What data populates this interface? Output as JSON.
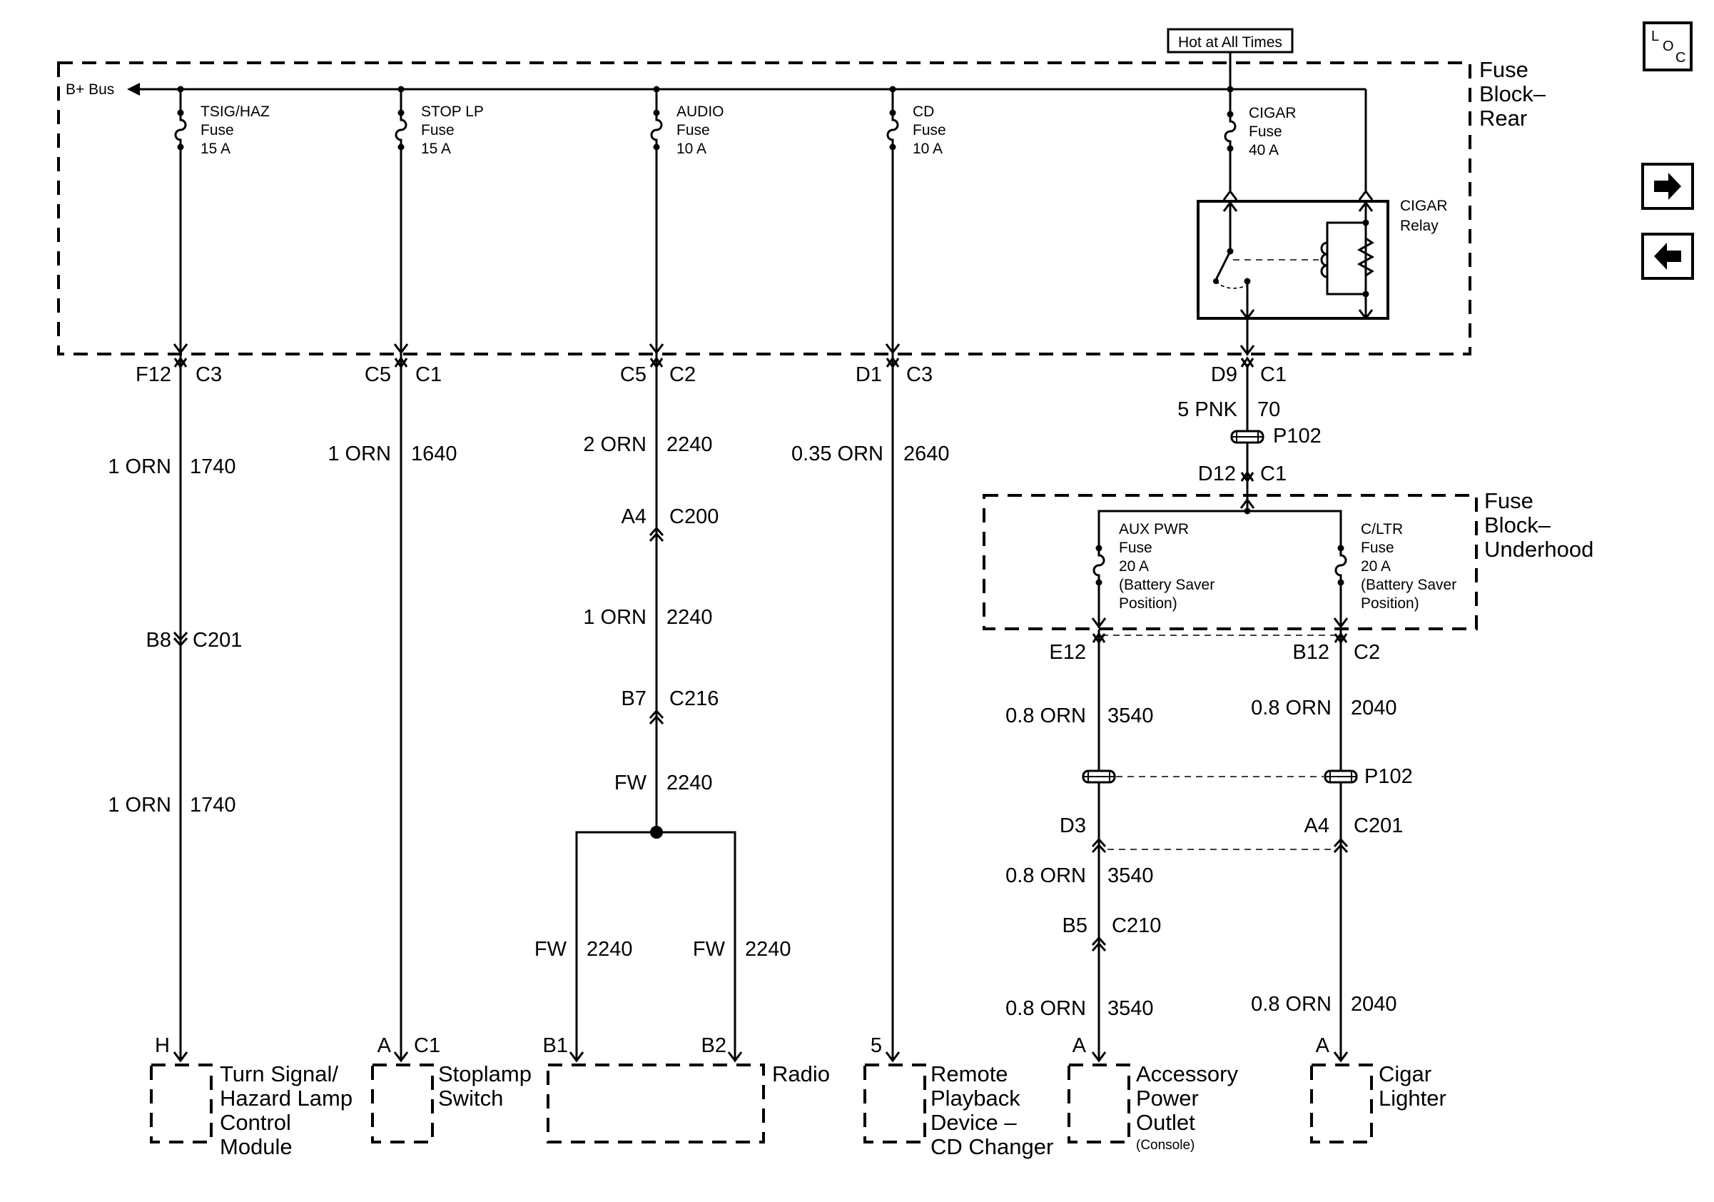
{
  "hot_label": "Hot at All Times",
  "bus_label": "B+ Bus",
  "nav": {
    "loc_l": "L",
    "loc_o": "O",
    "loc_c": "C",
    "next_icon": "arrow-right-icon",
    "prev_icon": "arrow-left-icon"
  },
  "fuse_block_rear": [
    "Fuse",
    "Block–",
    "Rear"
  ],
  "fuse_block_underhood": [
    "Fuse",
    "Block–",
    "Underhood"
  ],
  "fuses": {
    "tsig": [
      "TSIG/HAZ",
      "Fuse",
      "15 A"
    ],
    "stop": [
      "STOP LP",
      "Fuse",
      "15 A"
    ],
    "audio": [
      "AUDIO",
      "Fuse",
      "10 A"
    ],
    "cd": [
      "CD",
      "Fuse",
      "10 A"
    ],
    "cigar": [
      "CIGAR",
      "Fuse",
      "40 A"
    ],
    "aux": [
      "AUX PWR",
      "Fuse",
      "20 A",
      "(Battery Saver",
      "Position)"
    ],
    "cltr": [
      "C/LTR",
      "Fuse",
      "20 A",
      "(Battery Saver",
      "Position)"
    ]
  },
  "relay": [
    "CIGAR",
    "Relay"
  ],
  "circuit_tsig": {
    "pin": "F12",
    "conn": "C3",
    "w1_size": "1 ORN",
    "w1_num": "1740",
    "inline_pin": "B8",
    "inline_conn": "C201",
    "w2_size": "1 ORN",
    "w2_num": "1740",
    "end_pin": "H"
  },
  "circuit_stop": {
    "pin": "C5",
    "conn": "C1",
    "w1_size": "1 ORN",
    "w1_num": "1640",
    "end_pin": "A",
    "end_conn": "C1"
  },
  "circuit_audio": {
    "pin": "C5",
    "conn": "C2",
    "w1_size": "2 ORN",
    "w1_num": "2240",
    "p1": "A4",
    "c1": "C200",
    "w2_size": "1 ORN",
    "w2_num": "2240",
    "p2": "B7",
    "c2": "C216",
    "w3_size": "FW",
    "w3_num": "2240",
    "l_size": "FW",
    "l_num": "2240",
    "r_size": "FW",
    "r_num": "2240",
    "end_l": "B1",
    "end_r": "B2"
  },
  "circuit_cd": {
    "pin": "D1",
    "conn": "C3",
    "w1_size": "0.35 ORN",
    "w1_num": "2640",
    "end_pin": "5"
  },
  "circuit_cigar": {
    "pin": "D9",
    "conn": "C1",
    "w1_size": "5 PNK",
    "w1_num": "70",
    "splice": "P102",
    "pin2": "D12",
    "conn2": "C1"
  },
  "circuit_aux": {
    "pin": "E12",
    "w1_size": "0.8 ORN",
    "w1_num": "3540",
    "p1": "D3",
    "w2_size": "0.8 ORN",
    "w2_num": "3540",
    "p2": "B5",
    "c2": "C210",
    "w3_size": "0.8 ORN",
    "w3_num": "3540",
    "end_pin": "A"
  },
  "circuit_cltr": {
    "pin": "B12",
    "conn": "C2",
    "w1_size": "0.8 ORN",
    "w1_num": "2040",
    "splice": "P102",
    "p1": "A4",
    "c1": "C201",
    "w2_size": "0.8 ORN",
    "w2_num": "2040",
    "end_pin": "A"
  },
  "components": {
    "turn_signal": [
      "Turn Signal/",
      "Hazard Lamp",
      "Control",
      "Module"
    ],
    "stoplamp": [
      "Stoplamp",
      "Switch"
    ],
    "radio": [
      "Radio"
    ],
    "cd_changer": [
      "Remote",
      "Playback",
      "Device –",
      "CD Changer"
    ],
    "accessory": [
      "Accessory",
      "Power",
      "Outlet",
      "(Console)"
    ],
    "cigar_lighter": [
      "Cigar",
      "Lighter"
    ]
  }
}
